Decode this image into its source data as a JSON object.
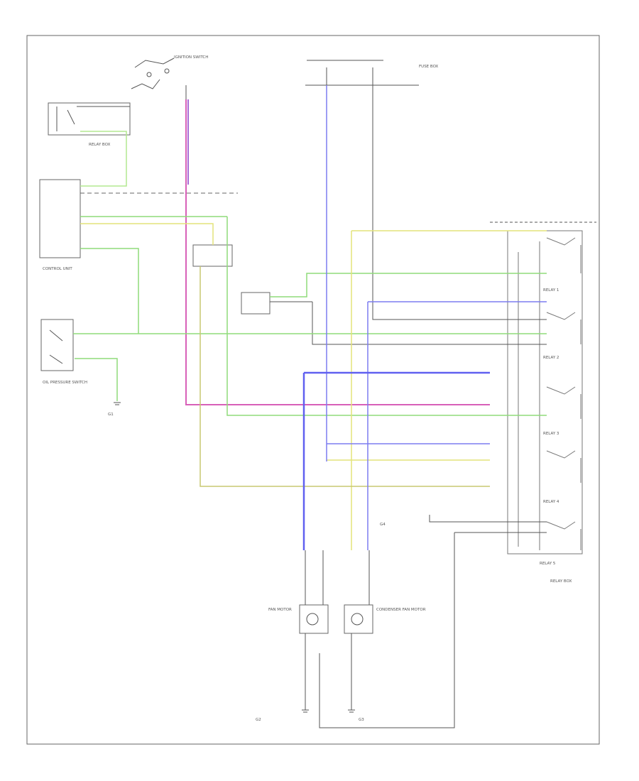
{
  "diagram_code": "",
  "colors": {
    "frame": "#666666",
    "wire_black": "#555555",
    "wire_green": "#8fdc7a",
    "wire_yellow": "#e4e47a",
    "wire_blue": "#7d7df0",
    "wire_pink": "#d860b8",
    "wire_purple": "#8a3cc8",
    "wire_olive": "#c8c870",
    "wire_lightgreen": "#b4e890"
  },
  "components": {
    "ignition_switch": "IGNITION SWITCH",
    "fuse_box": "FUSE BOX",
    "ecu_relay": "RELAY BOX",
    "control_unit": "CONTROL UNIT",
    "oil_pressure_switch": "OIL PRESSURE SWITCH",
    "ground_left": "G1",
    "fan_motor": "FAN MOTOR",
    "condenser_motor": "CONDENSER FAN MOTOR",
    "relay_1": "RELAY 1",
    "relay_2": "RELAY 2",
    "relay_3": "RELAY 3",
    "relay_4": "RELAY 4",
    "relay_5": "RELAY 5",
    "relay_box_label": "RELAY BOX",
    "ground_bottom_left": "G2",
    "ground_bottom_right": "G3",
    "ground_mid": "G4"
  }
}
